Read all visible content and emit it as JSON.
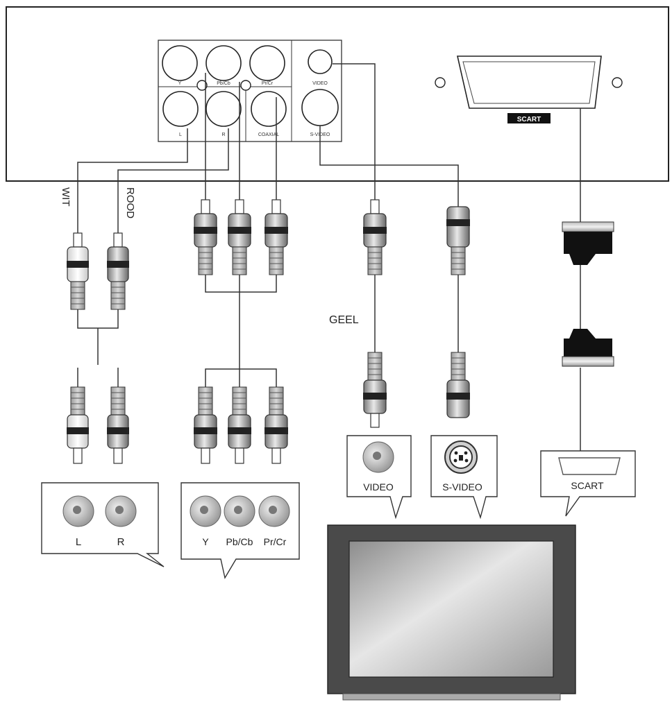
{
  "panel": {
    "jack_y": "Y",
    "jack_pb": "Pb/Cb",
    "jack_pr": "Pr/Cr",
    "jack_l": "L",
    "jack_r": "R",
    "jack_coaxial": "COAXIAL",
    "jack_video": "VIDEO",
    "jack_svideo": "S-VIDEO",
    "scart_badge": "SCART"
  },
  "cable_labels": {
    "white": "WIT",
    "red": "ROOD",
    "yellow": "GEEL"
  },
  "tv_inputs": {
    "audio_l": "L",
    "audio_r": "R",
    "comp_y": "Y",
    "comp_pb": "Pb/Cb",
    "comp_pr": "Pr/Cr",
    "video": "VIDEO",
    "svideo": "S-VIDEO",
    "scart": "SCART"
  }
}
